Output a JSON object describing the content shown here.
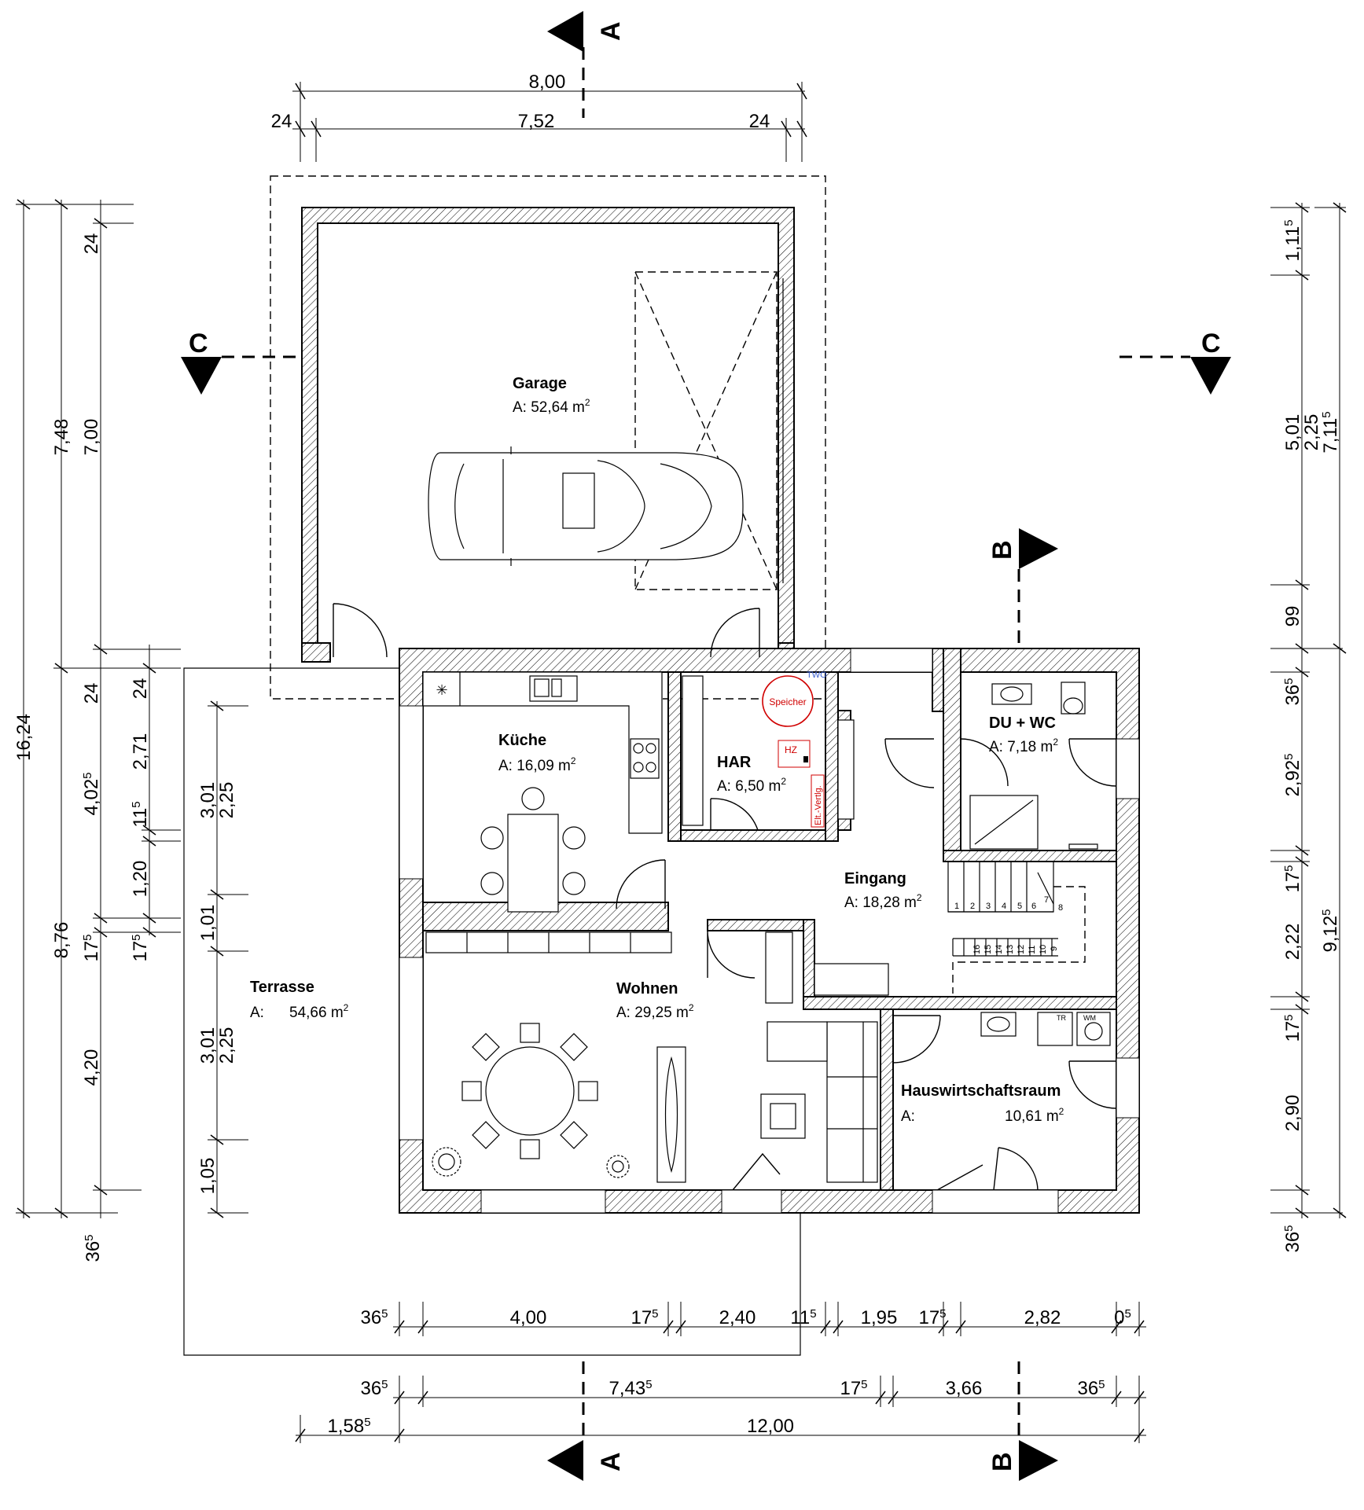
{
  "rooms": {
    "garage": {
      "name": "Garage",
      "area_prefix": "A: 52,64 m",
      "sup": "2"
    },
    "kueche": {
      "name": "Küche",
      "area_prefix": "A: 16,09 m",
      "sup": "2"
    },
    "har": {
      "name": "HAR",
      "area_prefix": "A: 6,50 m",
      "sup": "2"
    },
    "du_wc": {
      "name": "DU + WC",
      "area_prefix": "A: 7,18 m",
      "sup": "2"
    },
    "eingang": {
      "name": "Eingang",
      "area_prefix": "A: 18,28 m",
      "sup": "2"
    },
    "terrasse": {
      "name": "Terrasse",
      "area_label": "A:",
      "area_value": "54,66 m",
      "sup": "2"
    },
    "wohnen": {
      "name": "Wohnen",
      "area_prefix": "A: 29,25 m",
      "sup": "2"
    },
    "hwr": {
      "name": "Hauswirtschaftsraum",
      "area_label": "A:",
      "area_value": "10,61 m",
      "sup": "2"
    }
  },
  "equipment": {
    "speicher": "Speicher",
    "two": "TWO",
    "hz": "HZ",
    "elt": "Elt.-Vertlg.",
    "tr": "TR",
    "wm": "WM"
  },
  "section_markers": {
    "a": "A",
    "b": "B",
    "c": "C"
  },
  "stair_steps": [
    "1",
    "2",
    "3",
    "4",
    "5",
    "6",
    "7",
    "8",
    "9",
    "10",
    "11",
    "12",
    "13",
    "14",
    "15",
    "16"
  ],
  "dims_top": {
    "overall": "8,00",
    "left": "24",
    "middle": "7,52",
    "right": "24"
  },
  "dims_left_outer": {
    "total": "16,24",
    "upper": "7,48",
    "lower": "8,76",
    "bottom_base": "36",
    "bottom_sup": "5"
  },
  "dims_left_inner": {
    "a": "24",
    "b": "7,00",
    "c": "24",
    "d_base": "4,02",
    "d_sup": "5",
    "e_base": "17",
    "e_sup": "5",
    "f": "4,20"
  },
  "dims_left_third": {
    "a": "24",
    "b": "2,71",
    "c_base": "11",
    "c_sup": "5",
    "d": "1,20",
    "e_base": "17",
    "e_sup": "5"
  },
  "dims_terrace": {
    "a1": "3,01",
    "a2": "2,25",
    "b": "1,01",
    "c1": "3,01",
    "c2": "2,25",
    "d": "1,05"
  },
  "dims_right_inner": {
    "a_base": "1,11",
    "a_sup": "5",
    "b1": "5,01",
    "b2": "2,25",
    "c": "99",
    "d_base": "36",
    "d_sup": "5",
    "e_base": "2,92",
    "e_sup": "5",
    "f_base": "17",
    "f_sup": "5",
    "g": "2,22",
    "h_base": "17",
    "h_sup": "5",
    "i": "2,90",
    "j_base": "36",
    "j_sup": "5"
  },
  "dims_right_outer": {
    "a_base": "7,11",
    "a_sup": "5",
    "b_base": "9,12",
    "b_sup": "5"
  },
  "dims_bottom_1": {
    "a_base": "36",
    "a_sup": "5",
    "b": "4,00",
    "c_base": "17",
    "c_sup": "5",
    "d": "2,40",
    "e_base": "11",
    "e_sup": "5",
    "f": "1,95",
    "g_base": "17",
    "g_sup": "5",
    "h": "2,82",
    "i_base": "0",
    "i_sup": "5"
  },
  "dims_bottom_2": {
    "a_base": "36",
    "a_sup": "5",
    "b_base": "7,43",
    "b_sup": "5",
    "c_base": "17",
    "c_sup": "5",
    "d": "3,66",
    "e_base": "36",
    "e_sup": "5"
  },
  "dims_bottom_3": {
    "a_base": "1,58",
    "a_sup": "5",
    "b": "12,00"
  }
}
